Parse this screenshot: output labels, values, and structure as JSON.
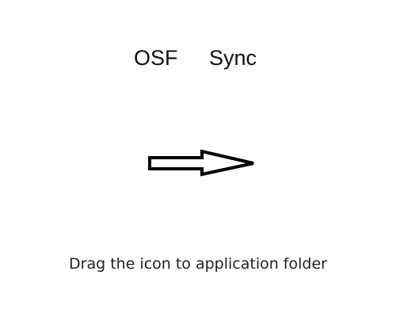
{
  "window": {
    "title_part_1": "OSF",
    "title_part_2": "Sync",
    "instruction": "Drag the icon to application folder"
  },
  "icons": {
    "arrow": "arrow-right-icon"
  },
  "colors": {
    "background": "#ffffff",
    "text": "#111111",
    "arrow_stroke": "#000000"
  }
}
